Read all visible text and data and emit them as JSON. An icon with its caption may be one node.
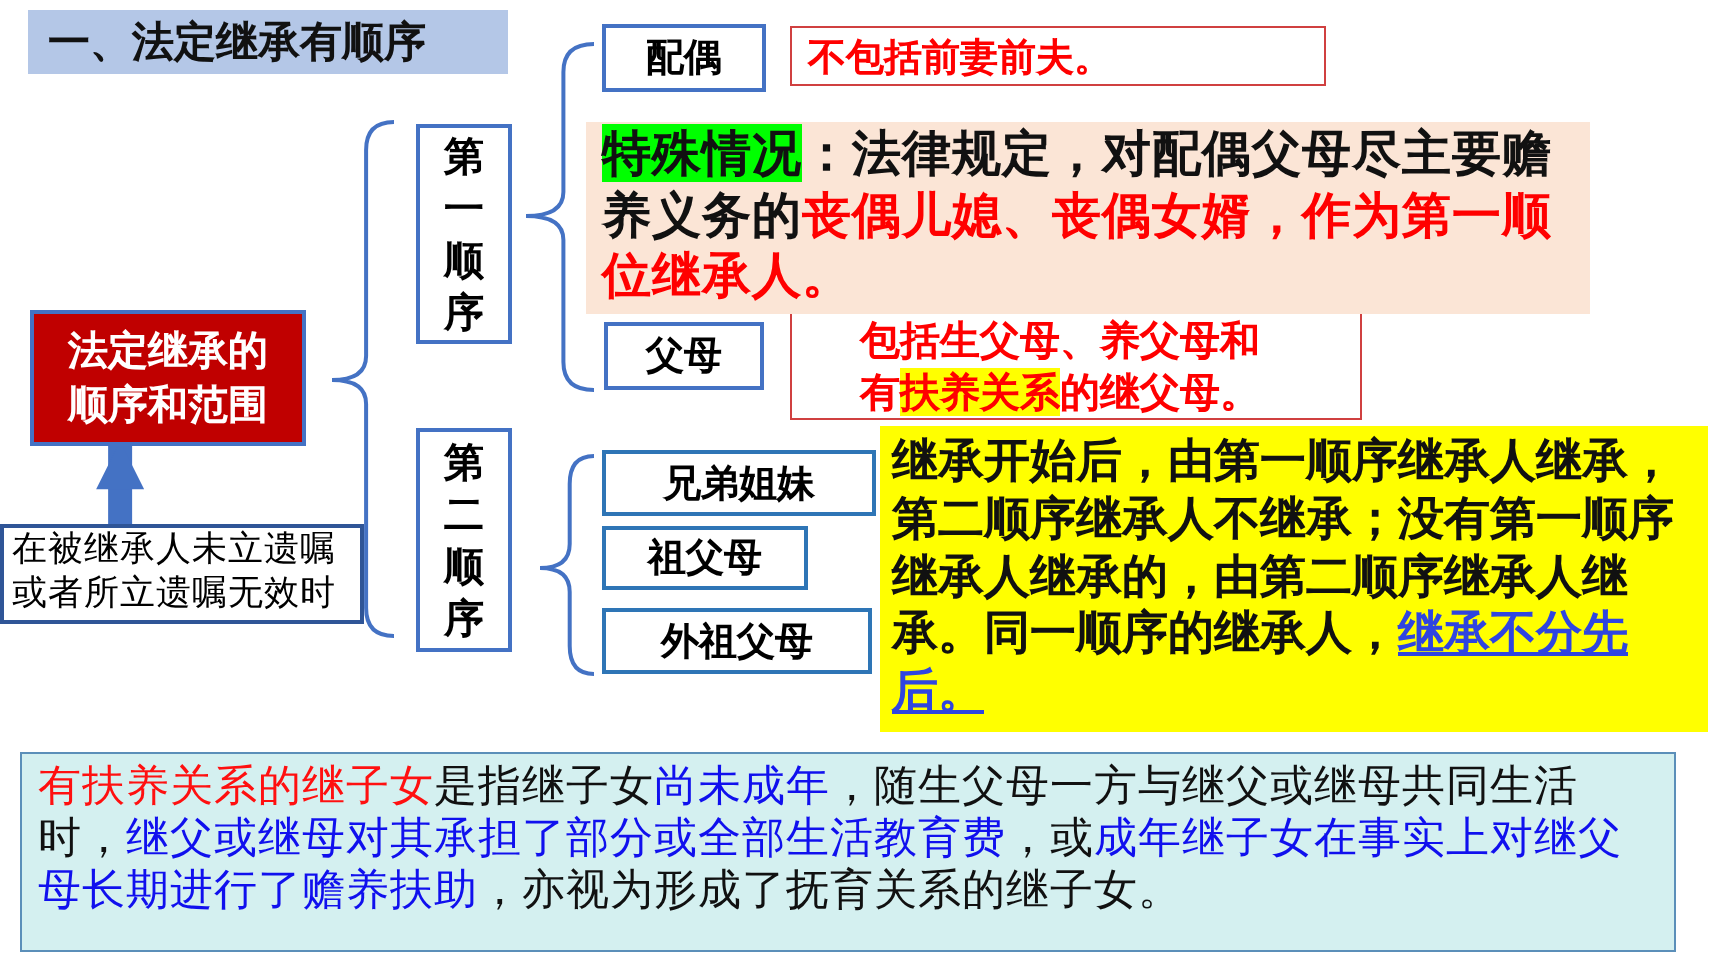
{
  "diagram": {
    "nodes": [
      {
        "text": [
          "一、法定继承有顺序"
        ]
      },
      {
        "text": [
          "法定继承的顺序和范围"
        ]
      },
      {
        "text": [
          "在被继承人未立遗嘱或者所立遗嘱无效时"
        ]
      },
      {
        "text": [
          "第一顺序"
        ]
      },
      {
        "text": [
          "第二顺序"
        ]
      },
      {
        "text": [
          "配偶"
        ]
      },
      {
        "text": [
          "不包括前妻前夫。"
        ]
      },
      {
        "text": [
          "父母"
        ]
      },
      {
        "text": [
          "包括生父母、养父母和有**扶养关系**的继父母。"
        ]
      },
      {
        "text": [
          "特殊情况",
          "：法律规定，对配偶父母尽主要赡养义务的**丧偶儿媳、丧偶女婿，作为第一顺位继承人。**"
        ]
      },
      {
        "text": [
          "兄弟姐妹"
        ]
      },
      {
        "text": [
          "祖父母"
        ]
      },
      {
        "text": [
          "外祖父母"
        ]
      },
      {
        "text": [
          "继承开始后，由第一顺序继承人继承，第二顺序继承人不继承；没有第一顺序继承人继承的，由第二顺序继承人继承。同一顺序的继承人，**继承不分先后。**"
        ]
      },
      {
        "text": [
          "有扶养关系的继子女",
          "是指继子女**尚未成年**，随生父母一方与继父或继母共同生活时，**继父或继母对其承担了部分或全部生活教育费**，或**成年继子女在事实上对继父母长期进行了赡养扶助**，亦视为形成了抚育关系的继子女。"
        ]
      }
    ],
    "edges": [
      {
        "from": 2,
        "to": 1,
        "arrow": "to"
      }
    ]
  }
}
